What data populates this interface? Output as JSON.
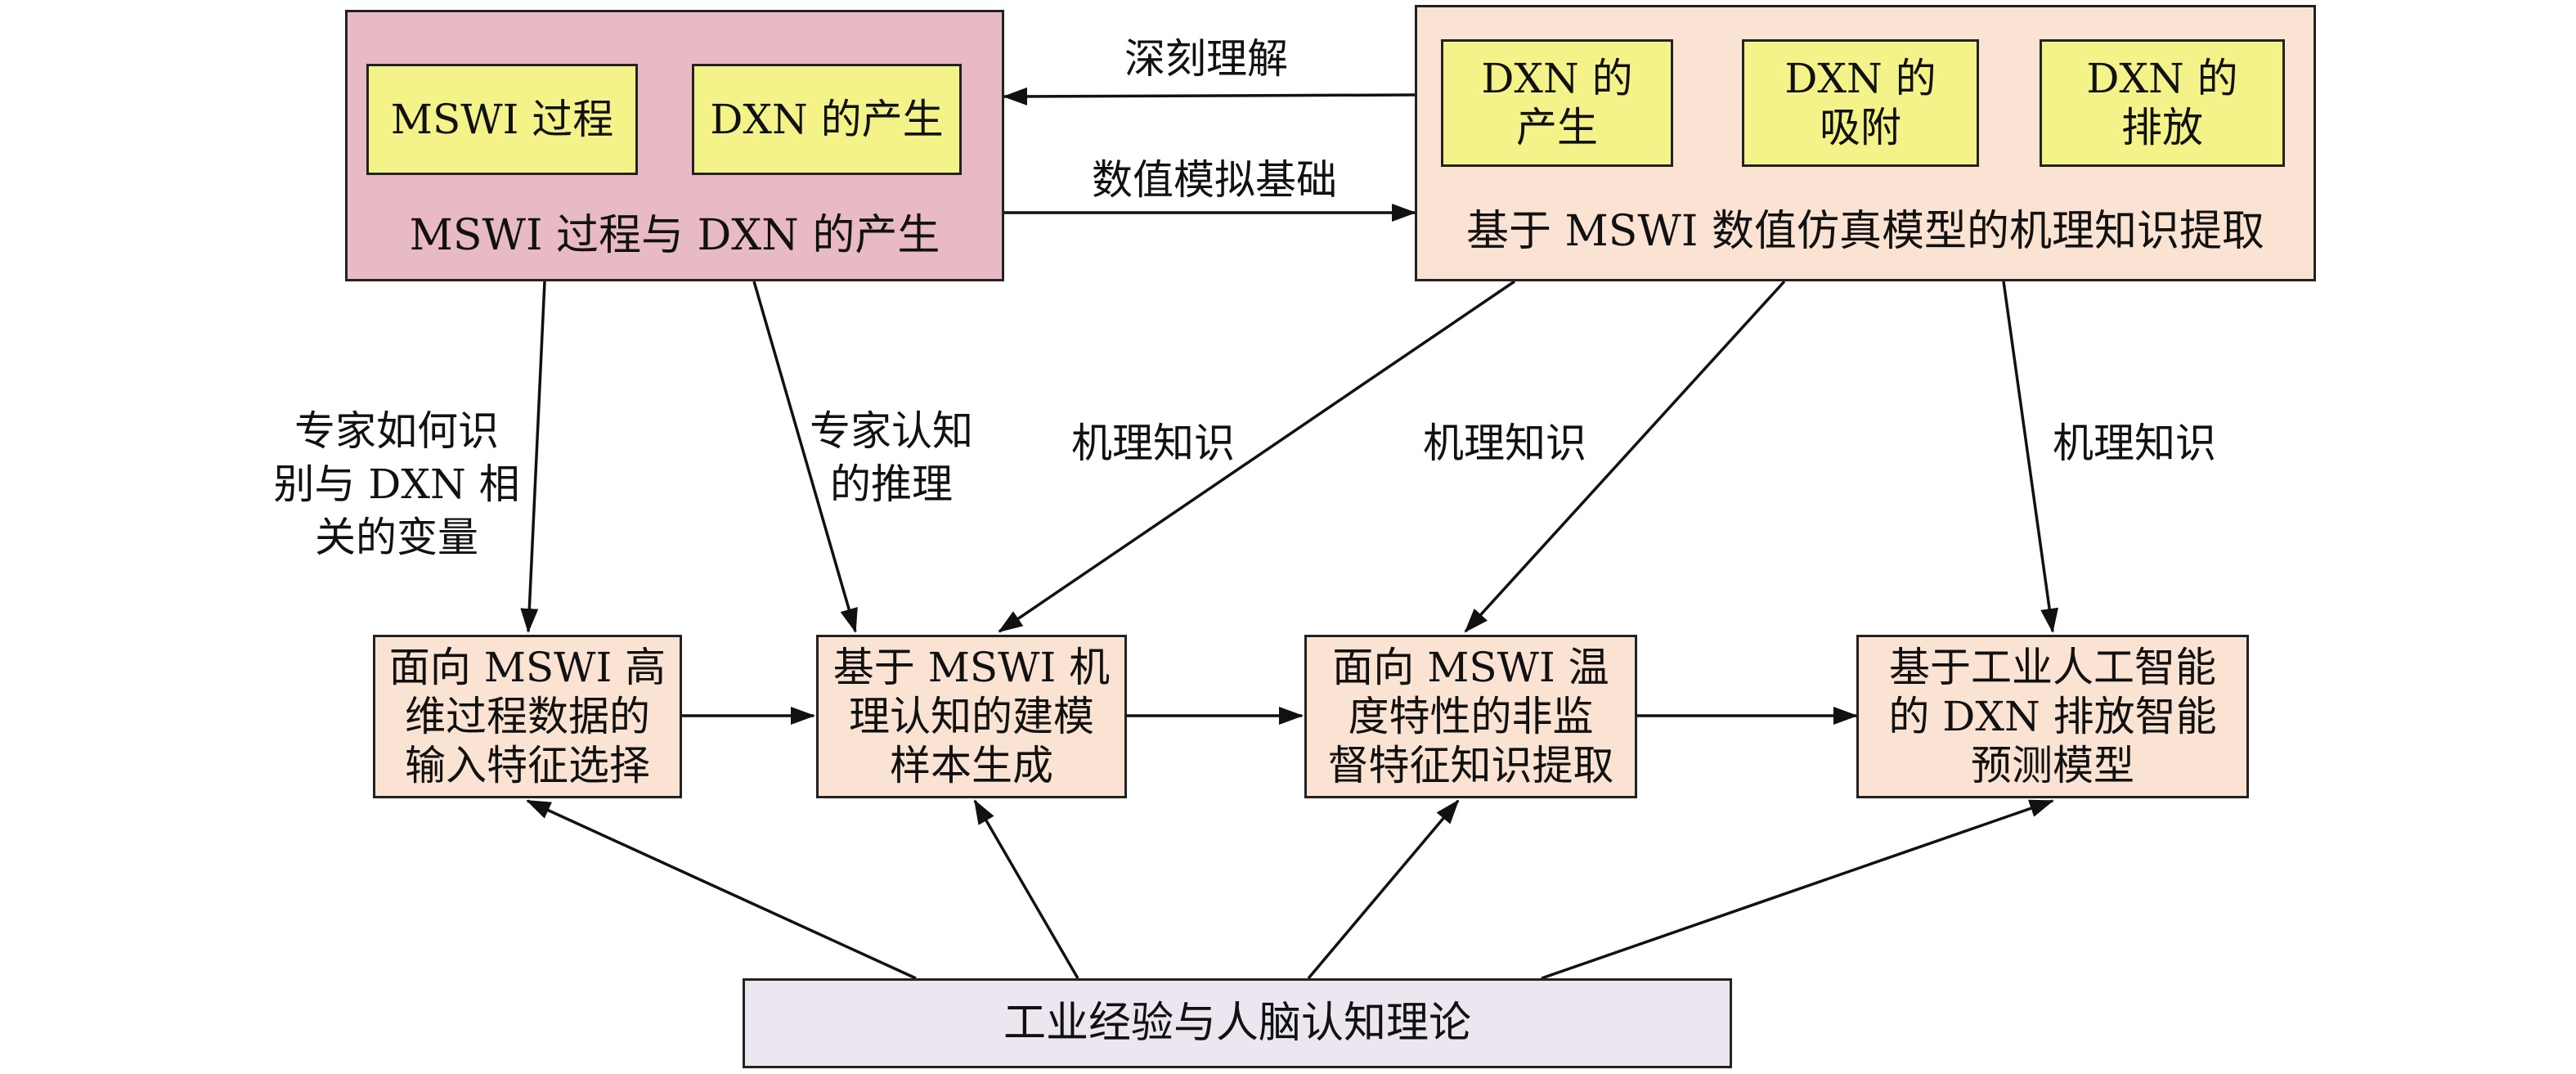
{
  "top_left": {
    "caption": "MSWI 过程与 DXN 的产生",
    "step1": "MSWI 过程",
    "step2": "DXN 的产生"
  },
  "top_right": {
    "caption": "基于 MSWI 数值仿真模型的机理知识提取",
    "step1": "DXN 的\n产生",
    "step2": "DXN 的\n吸附",
    "step3": "DXN 的\n排放"
  },
  "edges": {
    "deep_understanding": "深刻理解",
    "numerical_basis": "数值模拟基础",
    "expert_identify": "专家如何识\n别与 DXN 相\n关的变量",
    "expert_reasoning": "专家认知\n的推理",
    "mechanism_1": "机理知识",
    "mechanism_2": "机理知识",
    "mechanism_3": "机理知识"
  },
  "middle": {
    "node1": "面向 MSWI 高\n维过程数据的\n输入特征选择",
    "node2": "基于 MSWI 机\n理认知的建模\n样本生成",
    "node3": "面向 MSWI 温\n度特性的非监\n督特征知识提取",
    "node4": "基于工业人工智能\n的 DXN 排放智能\n预测模型"
  },
  "bottom": {
    "label": "工业经验与人脑认知理论"
  }
}
